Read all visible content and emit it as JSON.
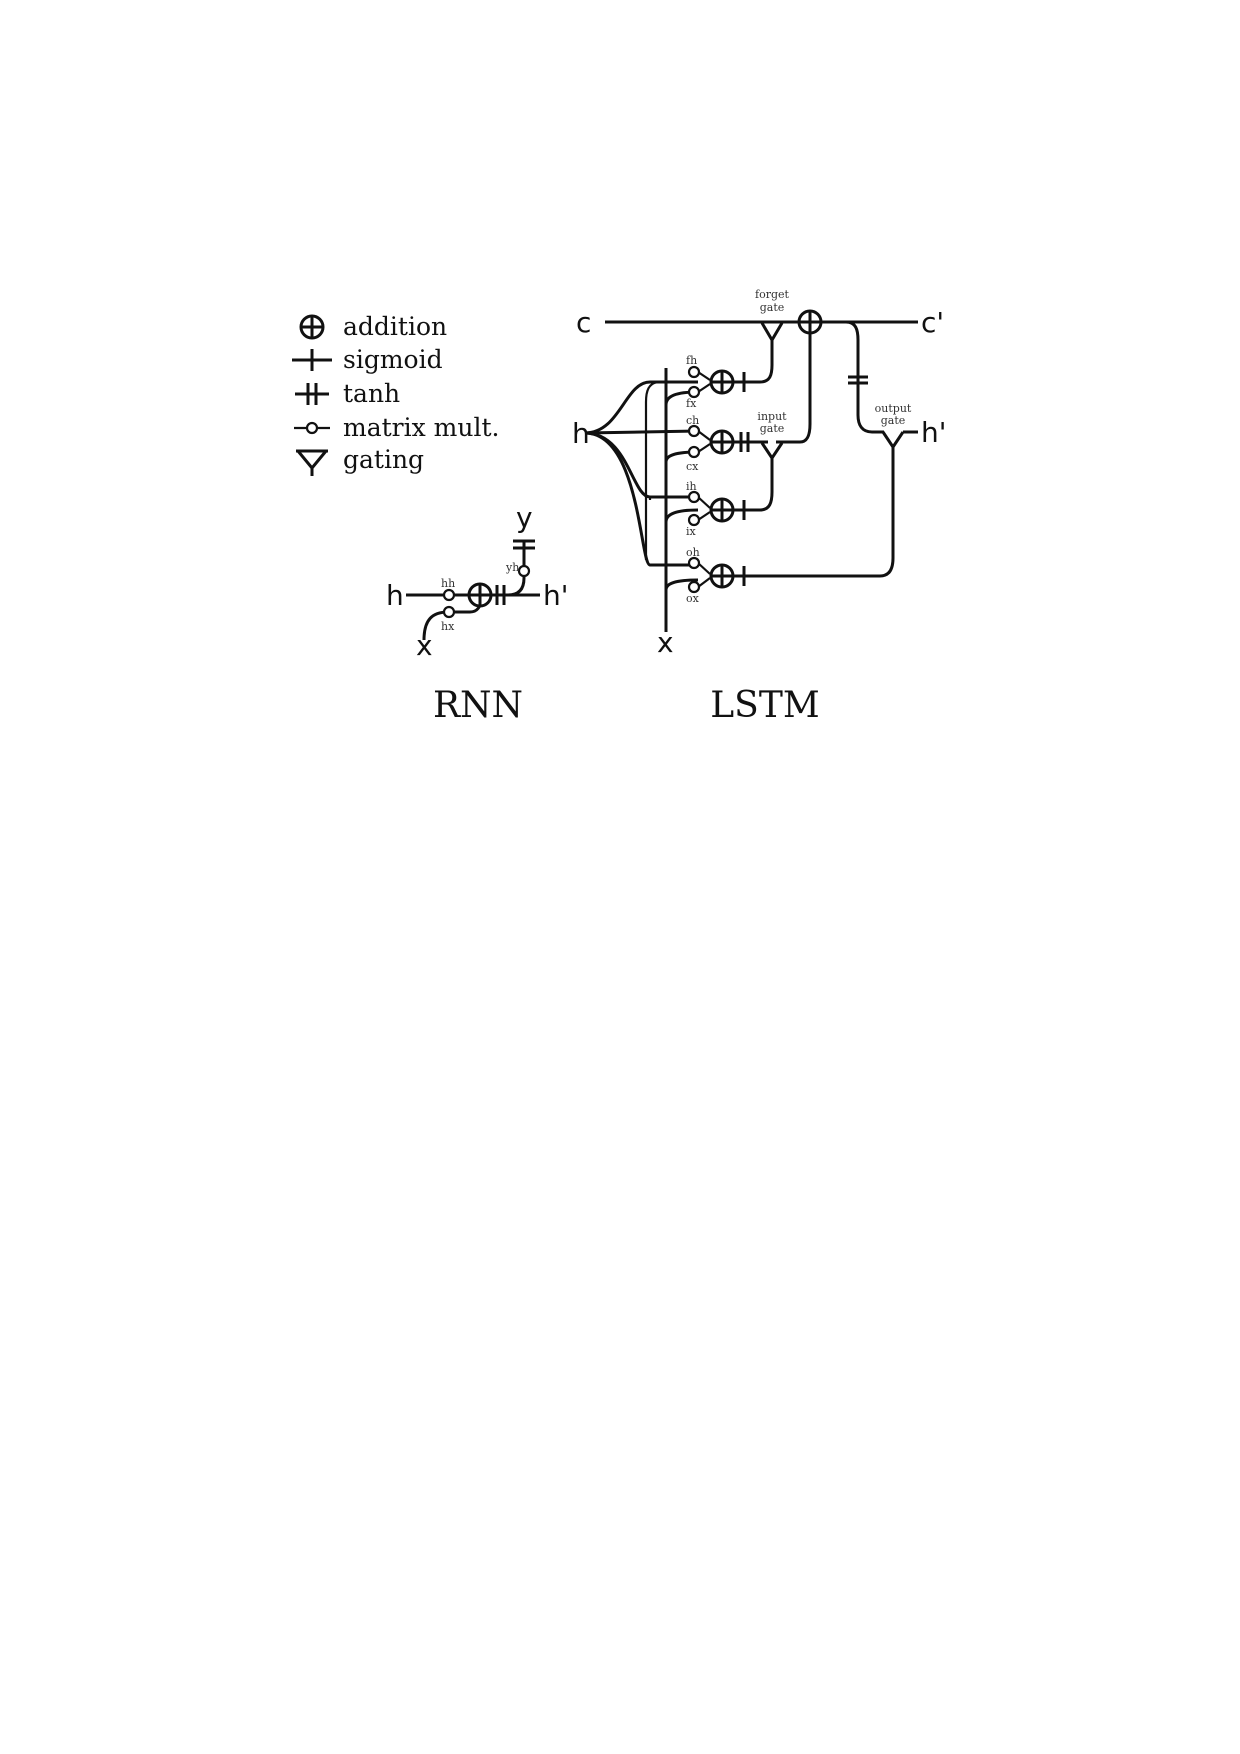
{
  "legend": {
    "addition": "addition",
    "sigmoid": "sigmoid",
    "tanh": "tanh",
    "matrix_mult": "matrix mult.",
    "gating": "gating"
  },
  "rnn": {
    "title": "RNN",
    "h": "h",
    "h_out": "h'",
    "x": "x",
    "y": "y",
    "w_hh": "hh",
    "w_hx": "hx",
    "w_yh": "yh"
  },
  "lstm": {
    "title": "LSTM",
    "c": "c",
    "c_out": "c'",
    "h": "h",
    "h_out": "h'",
    "x": "x",
    "forget_gate_1": "forget",
    "forget_gate_2": "gate",
    "input_gate_1": "input",
    "input_gate_2": "gate",
    "output_gate_1": "output",
    "output_gate_2": "gate",
    "w_fh": "fh",
    "w_fx": "fx",
    "w_ch": "ch",
    "w_cx": "cx",
    "w_ih": "ih",
    "w_ix": "ix",
    "w_oh": "oh",
    "w_ox": "ox"
  }
}
